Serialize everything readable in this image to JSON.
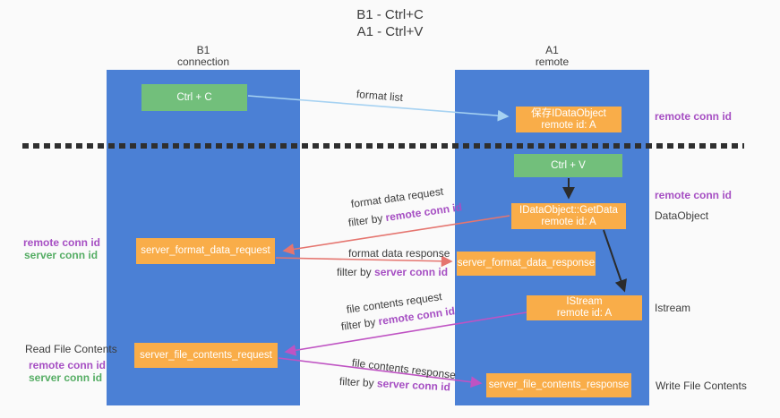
{
  "title": {
    "line1": "B1 - Ctrl+C",
    "line2": "A1 - Ctrl+V"
  },
  "lanes": {
    "left": {
      "title": "B1",
      "subtitle": "connection"
    },
    "right": {
      "title": "A1",
      "subtitle": "remote"
    }
  },
  "nodes": {
    "ctrl_c": {
      "label": "Ctrl + C"
    },
    "ctrl_v": {
      "label": "Ctrl + V"
    },
    "save_dataobject": {
      "line1": "保存IDataObject",
      "line2": "remote id: A"
    },
    "getdata": {
      "line1": "IDataObject::GetData",
      "line2": "remote id: A"
    },
    "istream": {
      "line1": "IStream",
      "line2": "remote id: A"
    },
    "server_format_data_request": {
      "label": "server_format_data_request"
    },
    "server_format_data_response": {
      "label": "server_format_data_response"
    },
    "server_file_contents_request": {
      "label": "server_file_contents_request"
    },
    "server_file_contents_response": {
      "label": "server_file_contents_response"
    }
  },
  "edge_labels": {
    "format_list": "format list",
    "format_data_request": "format data request",
    "format_data_response": "format data response",
    "file_contents_request": "file contents request",
    "file_contents_response": "file contents response",
    "filter_by": "filter by",
    "remote_conn_id": "remote conn id",
    "server_conn_id": "server conn id"
  },
  "side_labels": {
    "remote_conn_id": "remote conn id",
    "server_conn_id": "server conn id",
    "dataobject": "DataObject",
    "istream": "Istream",
    "read_file_contents": "Read File Contents",
    "write_file_contents": "Write File Contents"
  },
  "colors": {
    "lane_blue": "#4b80d5",
    "action_green": "#72bf7b",
    "message_orange": "#f9ad49",
    "remote_id_purple": "#a64fc3",
    "server_id_green": "#55ad64",
    "request_arrow_salmon": "#e5756f",
    "file_arrow_magenta": "#bf53c3",
    "format_list_arrow_blue": "#a6d2f2",
    "divider_black": "#2f2f2f"
  }
}
